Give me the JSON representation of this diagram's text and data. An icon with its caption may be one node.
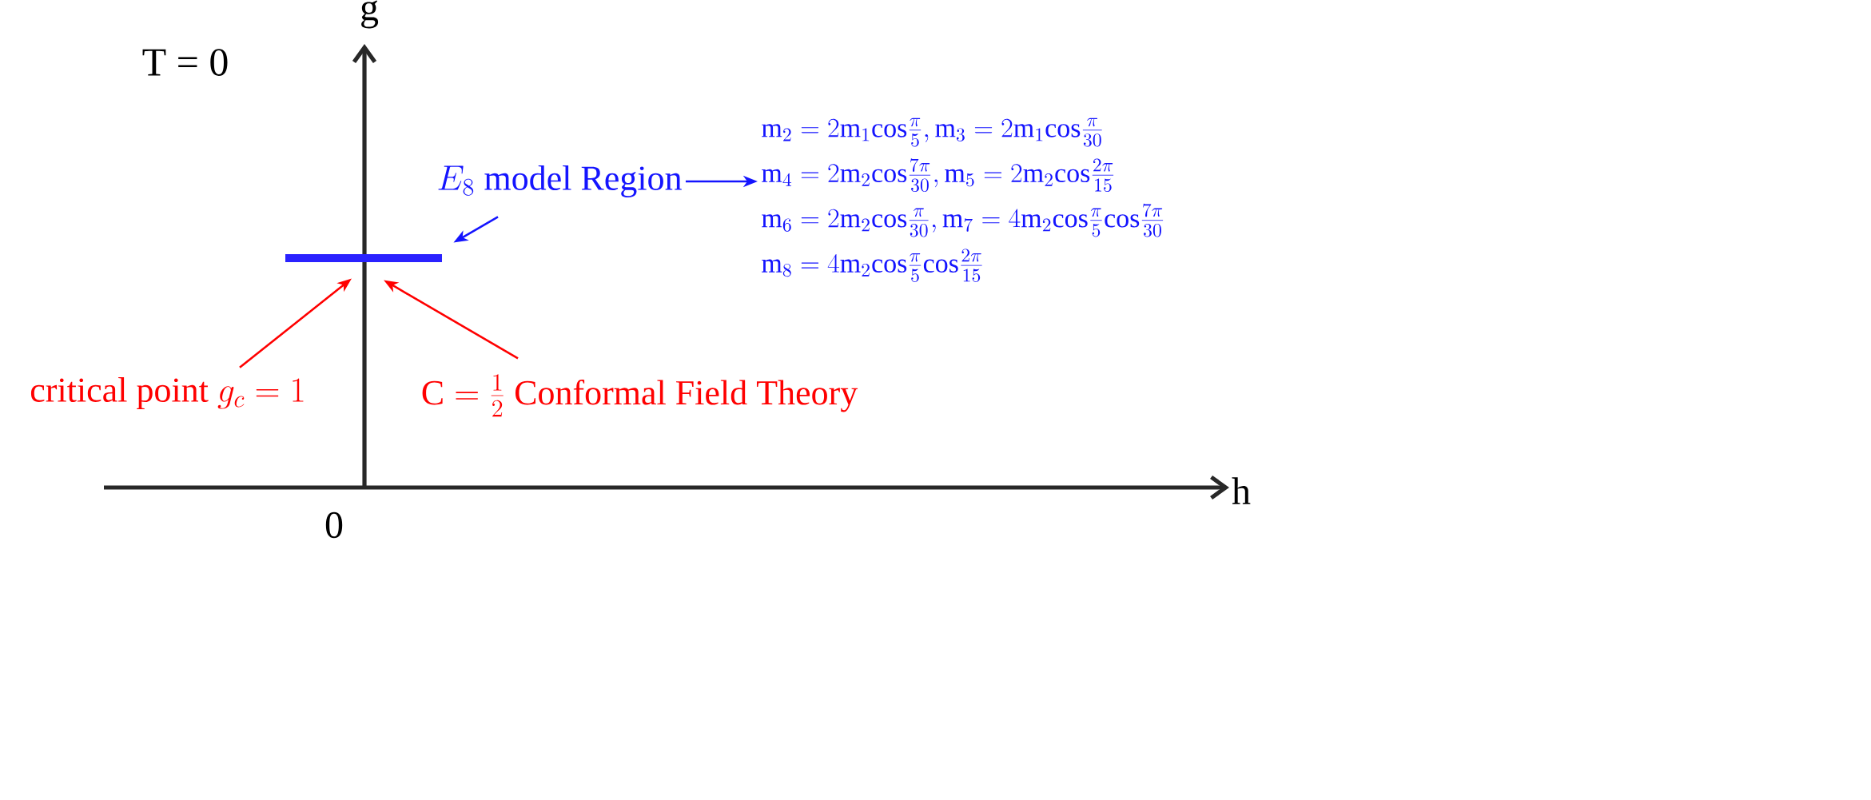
{
  "diagram": {
    "nodes": [
      {
        "text": [
          "E_8\\ \\mathrm{model\\ Region}"
        ]
      },
      {
        "text": [],
        "shape": "bar"
      },
      {
        "text": [
          "\\mathrm{critical\\ point}\\ g_c = 1"
        ]
      },
      {
        "text": [
          "\\mathrm{C} = \\frac{1}{2}\\ \\mathrm{Conformal\\ Field\\ Theory}"
        ]
      },
      {
        "text": [
          "\\mathrm{m}_2 = 2\\mathrm{m}_1\\mathrm{cos}\\frac{\\pi}{5},\\mathrm{m}_3 = 2\\mathrm{m}_1\\mathrm{cos}\\frac{\\pi}{30}",
          "\\mathrm{m}_4 = 2\\mathrm{m}_2\\mathrm{cos}\\frac{7\\pi}{30},\\mathrm{m}_5 = 2\\mathrm{m}_2\\mathrm{cos}\\frac{2\\pi}{15}",
          "\\mathrm{m}_6 = 2\\mathrm{m}_2\\mathrm{cos}\\frac{\\pi}{30},\\mathrm{m}_7 = 4\\mathrm{m}_2\\mathrm{cos}\\frac{\\pi}{5}\\mathrm{cos}\\frac{7\\pi}{30}",
          "\\mathrm{m}_8 = 4\\mathrm{m}_2\\mathrm{cos}\\frac{\\pi}{5}\\mathrm{cos}\\frac{2\\pi}{15}"
        ]
      }
    ],
    "edges": [
      {
        "from": 0,
        "to": 1,
        "arrow": "to",
        "color": "#1414ff"
      },
      {
        "from": 0,
        "to": 4,
        "arrow": "to",
        "color": "#1414ff"
      },
      {
        "from": 2,
        "to": 1,
        "arrow": "to",
        "color": "#ff0000"
      },
      {
        "from": 3,
        "to": 1,
        "arrow": "to",
        "color": "#ff0000"
      }
    ],
    "labels": [
      "g",
      "T = 0",
      "h",
      "0"
    ]
  }
}
